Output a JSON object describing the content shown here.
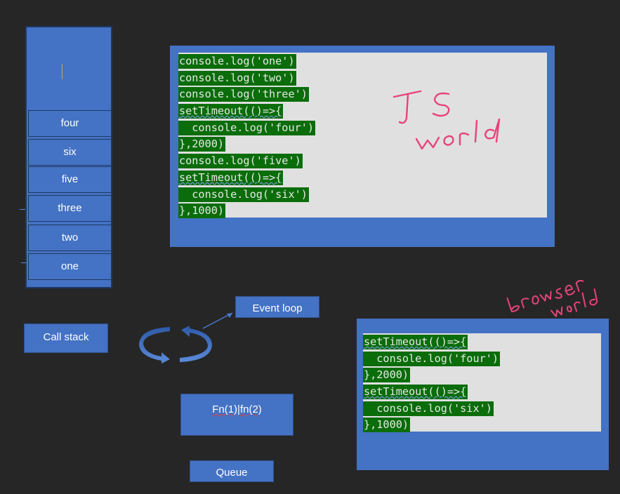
{
  "call_stack": {
    "items": [
      "four",
      "six",
      "five",
      "three",
      "two",
      "one"
    ],
    "label": "Call stack"
  },
  "event_loop": {
    "label": "Event loop"
  },
  "queue": {
    "label": "Queue",
    "contents_prefix": "Fn(1)",
    "contents_sep": "|",
    "contents_suffix": "fn(2)"
  },
  "js_world": {
    "annotation_line1": "JS",
    "annotation_line2": "world",
    "code": [
      "console.log('one')",
      "console.log('two')",
      "console.log('three')",
      "setTimeout(()=>{",
      "  console.log('four')",
      "},2000)",
      "console.log('five')",
      "setTimeout(()=>{",
      "  console.log('six')",
      "},1000)"
    ]
  },
  "browser_world": {
    "annotation_line1": "browser",
    "annotation_line2": "world",
    "code": [
      "setTimeout(()=>{",
      "  console.log('four')",
      "},2000)",
      "setTimeout(()=>{",
      "  console.log('six')",
      "},1000)"
    ]
  },
  "colors": {
    "background": "#262626",
    "box_blue": "#4472c4",
    "code_highlight": "#0a6d0a",
    "annotation_pink": "#e8437a"
  }
}
